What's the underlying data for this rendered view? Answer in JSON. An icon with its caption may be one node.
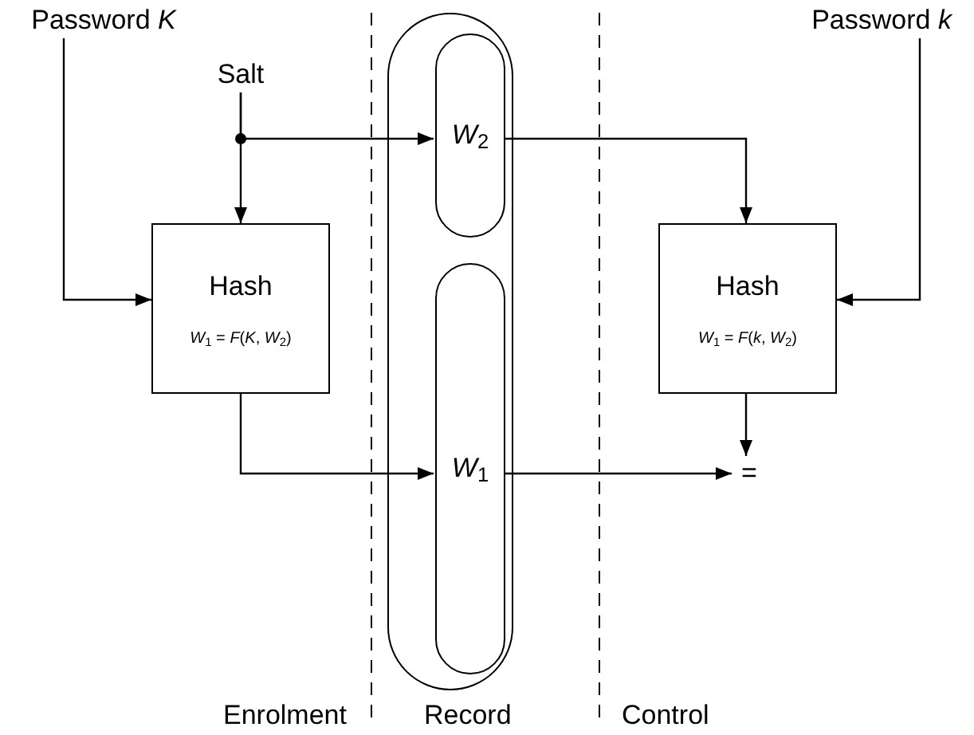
{
  "diagram": {
    "nodes": [
      {
        "text": [
          "Password *K*"
        ]
      },
      {
        "text": [
          "Salt"
        ]
      },
      {
        "text": [
          "Password *k*"
        ]
      },
      {
        "text": [
          "Hash",
          "*W*$_{1}$ = *F*(*K*, *W*$_{2}$)"
        ]
      },
      {
        "text": [],
        "shape": "capsule"
      },
      {
        "text": [
          "*W*$_{2}$"
        ],
        "in": 4
      },
      {
        "text": [
          "*W*$_{1}$"
        ],
        "in": 4
      },
      {
        "text": [
          "Hash",
          "*W*$_{1}$ = *F*(*k*, *W*$_{2}$)"
        ]
      },
      {
        "text": [
          "="
        ]
      }
    ],
    "edges": [
      {
        "from": 0,
        "to": 3,
        "arrow": "to"
      },
      {
        "from": 1,
        "to": 3,
        "arrow": "to"
      },
      {
        "from": 1,
        "to": 5,
        "arrow": "to"
      },
      {
        "from": 5,
        "to": 7,
        "arrow": "to"
      },
      {
        "from": 2,
        "to": 7,
        "arrow": "to"
      },
      {
        "from": 3,
        "to": 6,
        "arrow": "to"
      },
      {
        "from": 6,
        "to": 8,
        "arrow": "to"
      },
      {
        "from": 7,
        "to": 8,
        "arrow": "to"
      }
    ],
    "labels": [
      "Enrolment",
      "Record",
      "Control"
    ]
  }
}
